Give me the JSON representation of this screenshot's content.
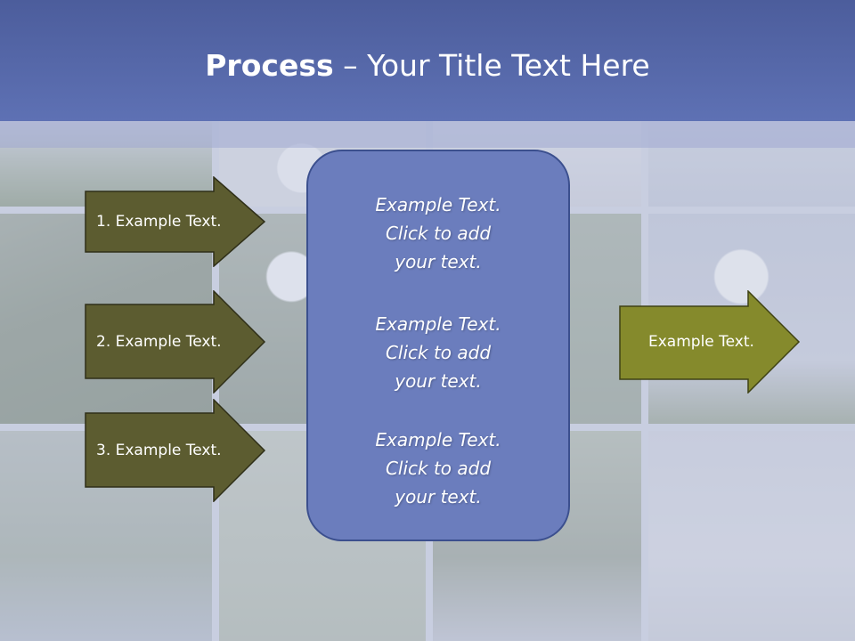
{
  "title": {
    "bold": "Process",
    "rest": " – Your Title Text Here"
  },
  "left_arrows": [
    {
      "label": "1. Example Text."
    },
    {
      "label": "2. Example Text."
    },
    {
      "label": "3. Example Text."
    }
  ],
  "center_box": {
    "blocks": [
      {
        "lines": [
          "Example Text.",
          "Click  to add",
          "your text."
        ]
      },
      {
        "lines": [
          "Example Text.",
          "Click  to add",
          "your text."
        ]
      },
      {
        "lines": [
          "Example Text.",
          "Click  to add",
          "your text."
        ]
      }
    ]
  },
  "right_arrow": {
    "label": "Example Text."
  },
  "colors": {
    "title_bar": "#5062a6",
    "left_arrow_fill": "#5c5c30",
    "right_arrow_fill": "#858a2c",
    "center_box_fill": "#6b7dbd"
  }
}
